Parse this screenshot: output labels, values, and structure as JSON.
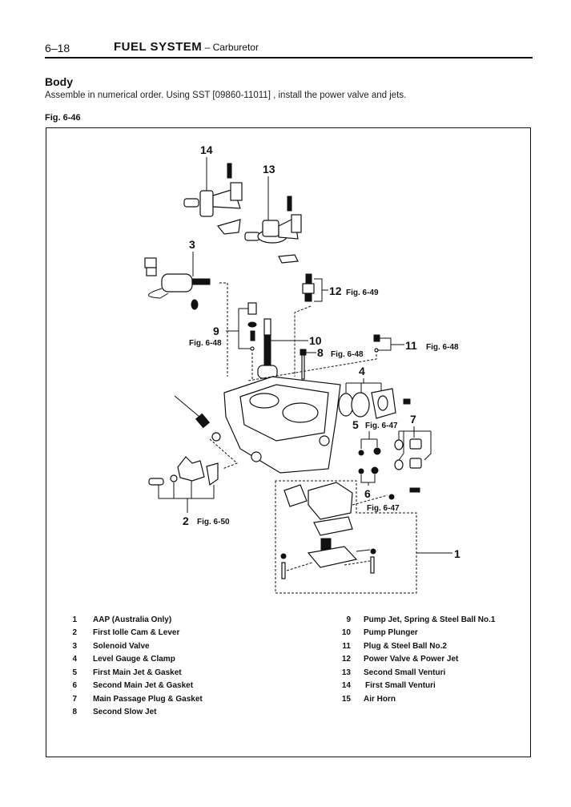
{
  "header": {
    "page_number": "6–18",
    "section": "FUEL SYSTEM",
    "subsection": " – Carburetor"
  },
  "content": {
    "heading": "Body",
    "instruction": "Assemble in numerical order. Using SST [09860-11011] , install the power valve and jets.",
    "figure_label": "Fig. 6-46"
  },
  "diagram": {
    "callouts": [
      {
        "num": "14",
        "ref": ""
      },
      {
        "num": "13",
        "ref": ""
      },
      {
        "num": "3",
        "ref": ""
      },
      {
        "num": "12",
        "ref": "Fig. 6-49"
      },
      {
        "num": "9",
        "ref": "Fig. 6-48"
      },
      {
        "num": "10",
        "ref": ""
      },
      {
        "num": "8",
        "ref": "Fig. 6-48"
      },
      {
        "num": "11",
        "ref": "Fig. 6-48"
      },
      {
        "num": "4",
        "ref": ""
      },
      {
        "num": "5",
        "ref": "Fig. 6-47"
      },
      {
        "num": "7",
        "ref": ""
      },
      {
        "num": "6",
        "ref": "Fig. 6-47"
      },
      {
        "num": "2",
        "ref": "Fig. 6-50"
      },
      {
        "num": "1",
        "ref": ""
      }
    ]
  },
  "legend": {
    "left": [
      {
        "num": "1",
        "text": "AAP (Australia Only)"
      },
      {
        "num": "2",
        "text": "First Iolle Cam & Lever"
      },
      {
        "num": "3",
        "text": "Solenoid Valve"
      },
      {
        "num": "4",
        "text": "Level Gauge & Clamp"
      },
      {
        "num": "5",
        "text": "First Main Jet & Gasket"
      },
      {
        "num": "6",
        "text": "Second Main Jet & Gasket"
      },
      {
        "num": "7",
        "text": "Main Passage Plug & Gasket"
      },
      {
        "num": "8",
        "text": "Second Slow Jet"
      }
    ],
    "right": [
      {
        "num": "9",
        "text": "Pump Jet, Spring & Steel Ball No.1"
      },
      {
        "num": "10",
        "text": "Pump Plunger"
      },
      {
        "num": "11",
        "text": "Plug & Steel Ball No.2"
      },
      {
        "num": "12",
        "text": "Power Valve & Power Jet"
      },
      {
        "num": "13",
        "text": "Second Small Venturi"
      },
      {
        "num": "14",
        "text": "First Small Venturi"
      },
      {
        "num": "15",
        "text": "Air Horn"
      }
    ]
  }
}
